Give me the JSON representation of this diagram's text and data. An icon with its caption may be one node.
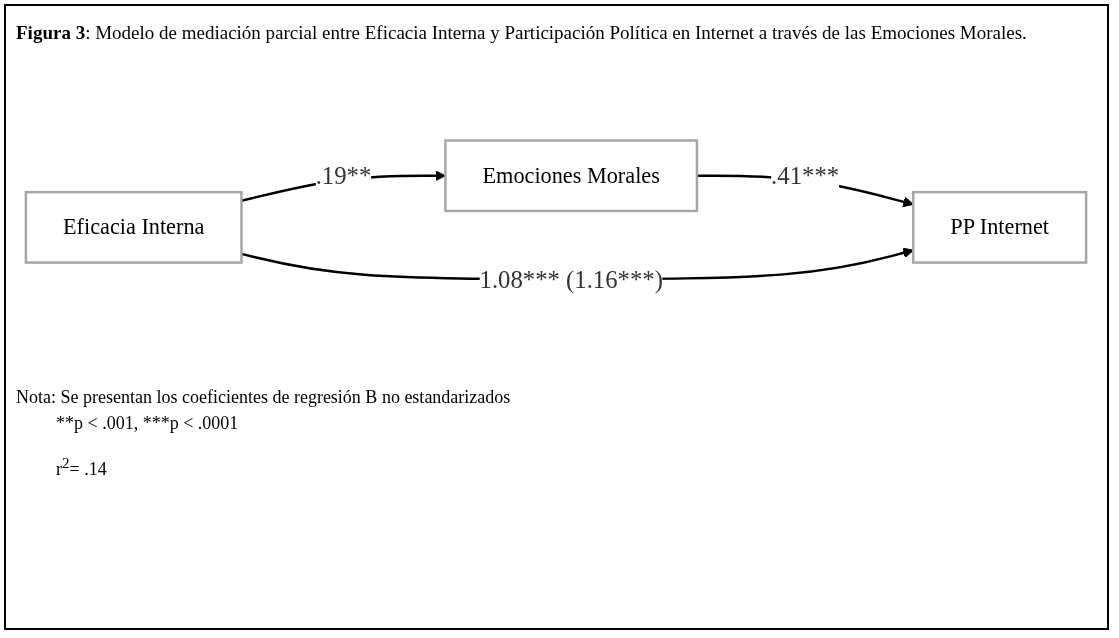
{
  "diagram": {
    "title": "**Figura 3**: Modelo de mediación parcial entre Eficacia Interna y Participación Política en Internet a través de las Emociones Morales.",
    "nodes": [
      {
        "text": [
          "Emociones Morales"
        ]
      },
      {
        "text": [
          "Eficacia Interna"
        ]
      },
      {
        "text": [
          "PP Internet"
        ]
      }
    ],
    "edges": [
      {
        "from": 1,
        "to": 0,
        "arrow": "to",
        "label": ".19**"
      },
      {
        "from": 0,
        "to": 2,
        "arrow": "to",
        "label": ".41***"
      },
      {
        "from": 1,
        "to": 2,
        "arrow": "to",
        "label": "1.08*** (1.16***)"
      }
    ],
    "labels": [
      "Nota: Se presentan los coeficientes de regresión B no estandarizados",
      "**p < .001, ***p < .0001",
      "r$^{2}$= .14"
    ]
  }
}
